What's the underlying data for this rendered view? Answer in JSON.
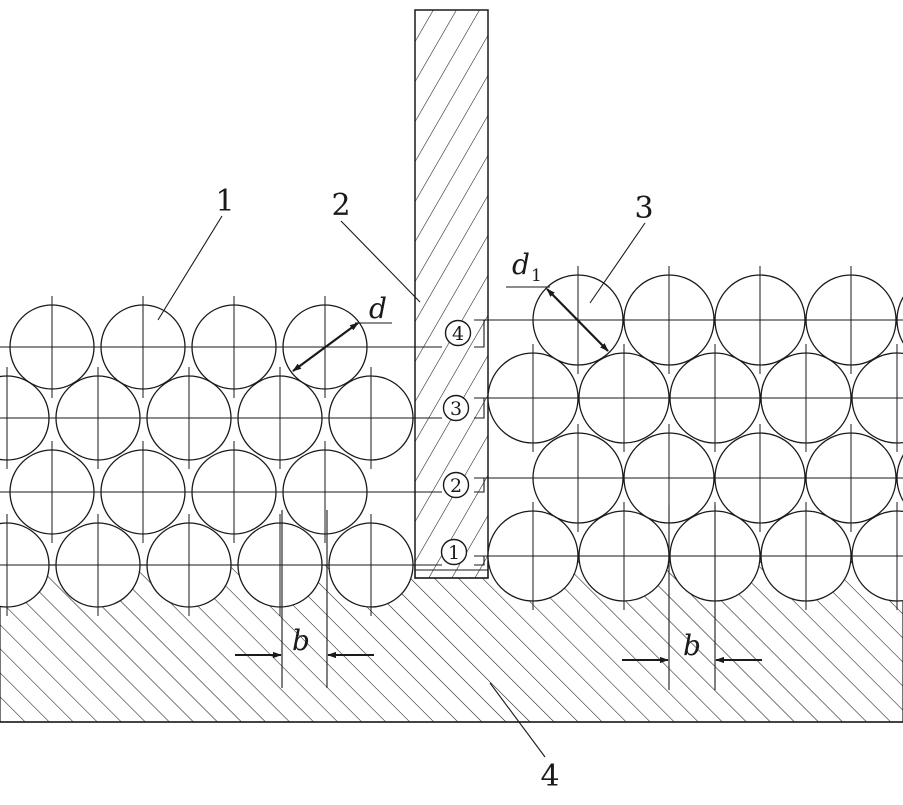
{
  "colors": {
    "ink": "#1a1a1a",
    "paper": "#ffffff"
  },
  "callouts": {
    "left_pack": "1",
    "divider_wall": "2",
    "right_pack": "3",
    "base": "4"
  },
  "dimensions": {
    "left_diameter": "d",
    "right_diameter_base": "d",
    "right_diameter_sub": "1",
    "left_spacing": "b",
    "right_spacing": "b"
  },
  "layer_marks": [
    "1",
    "2",
    "3",
    "4"
  ]
}
